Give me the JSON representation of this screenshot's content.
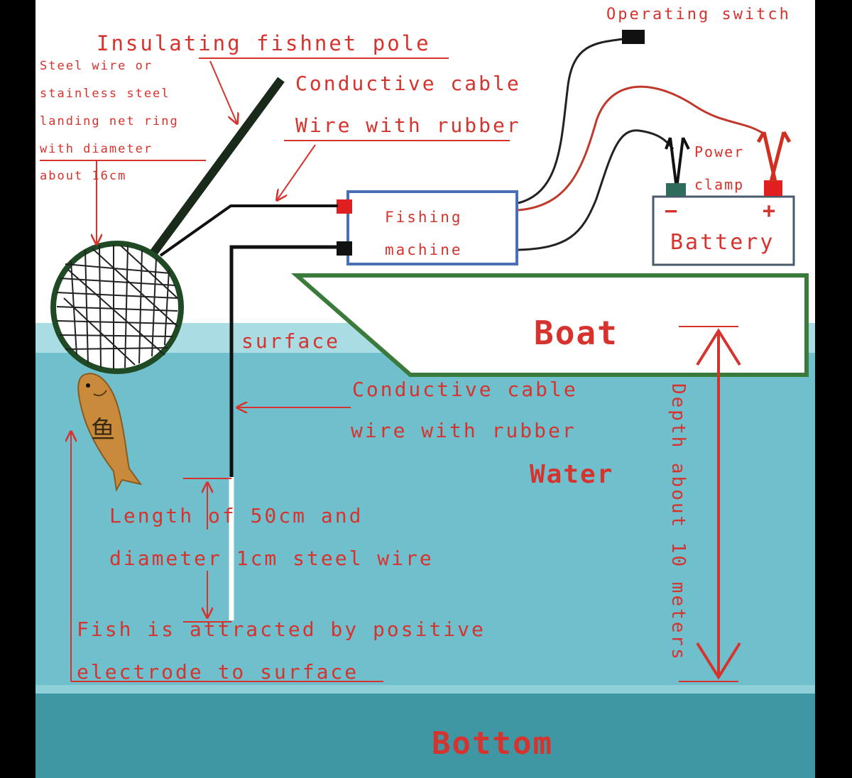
{
  "labels": {
    "operating_switch": "Operating switch",
    "insulating_pole": "Insulating fishnet pole",
    "steel_wire_1": "Steel wire or",
    "steel_wire_2": "stainless steel",
    "steel_wire_3": "landing net ring",
    "steel_wire_4": "with diameter",
    "steel_wire_5": "about 16cm",
    "conductive_cable_top": "Conductive cable",
    "wire_rubber_top": "Wire with rubber",
    "power_clamp_1": "Power",
    "power_clamp_2": "clamp",
    "battery_minus": "−",
    "battery_plus": "+",
    "battery": "Battery",
    "fishing_machine_1": "Fishing",
    "fishing_machine_2": "machine",
    "boat": "Boat",
    "surface": "surface",
    "conductive_cable_mid": "Conductive cable",
    "wire_rubber_mid": "wire with rubber",
    "water": "Water",
    "fish_char": "鱼",
    "length_1": "Length of 50cm and",
    "length_2": "diameter 1cm steel wire",
    "fish_attract_1": "Fish is attracted by positive",
    "fish_attract_2": "electrode to surface",
    "depth": "Depth about 10 meters",
    "bottom": "Bottom"
  },
  "colors": {
    "sky": "#ffffff",
    "surface_band": "#a9dde3",
    "water": "#6fc0cc",
    "lower_water": "#8fd0d8",
    "bottom": "#3f97a3",
    "label_red": "#d6332e",
    "boat_green": "#3a7a3a",
    "machine_blue": "#4a6fb5",
    "wire_black": "#111111",
    "wire_red": "#c0392b",
    "fish": "#c98a3c"
  }
}
